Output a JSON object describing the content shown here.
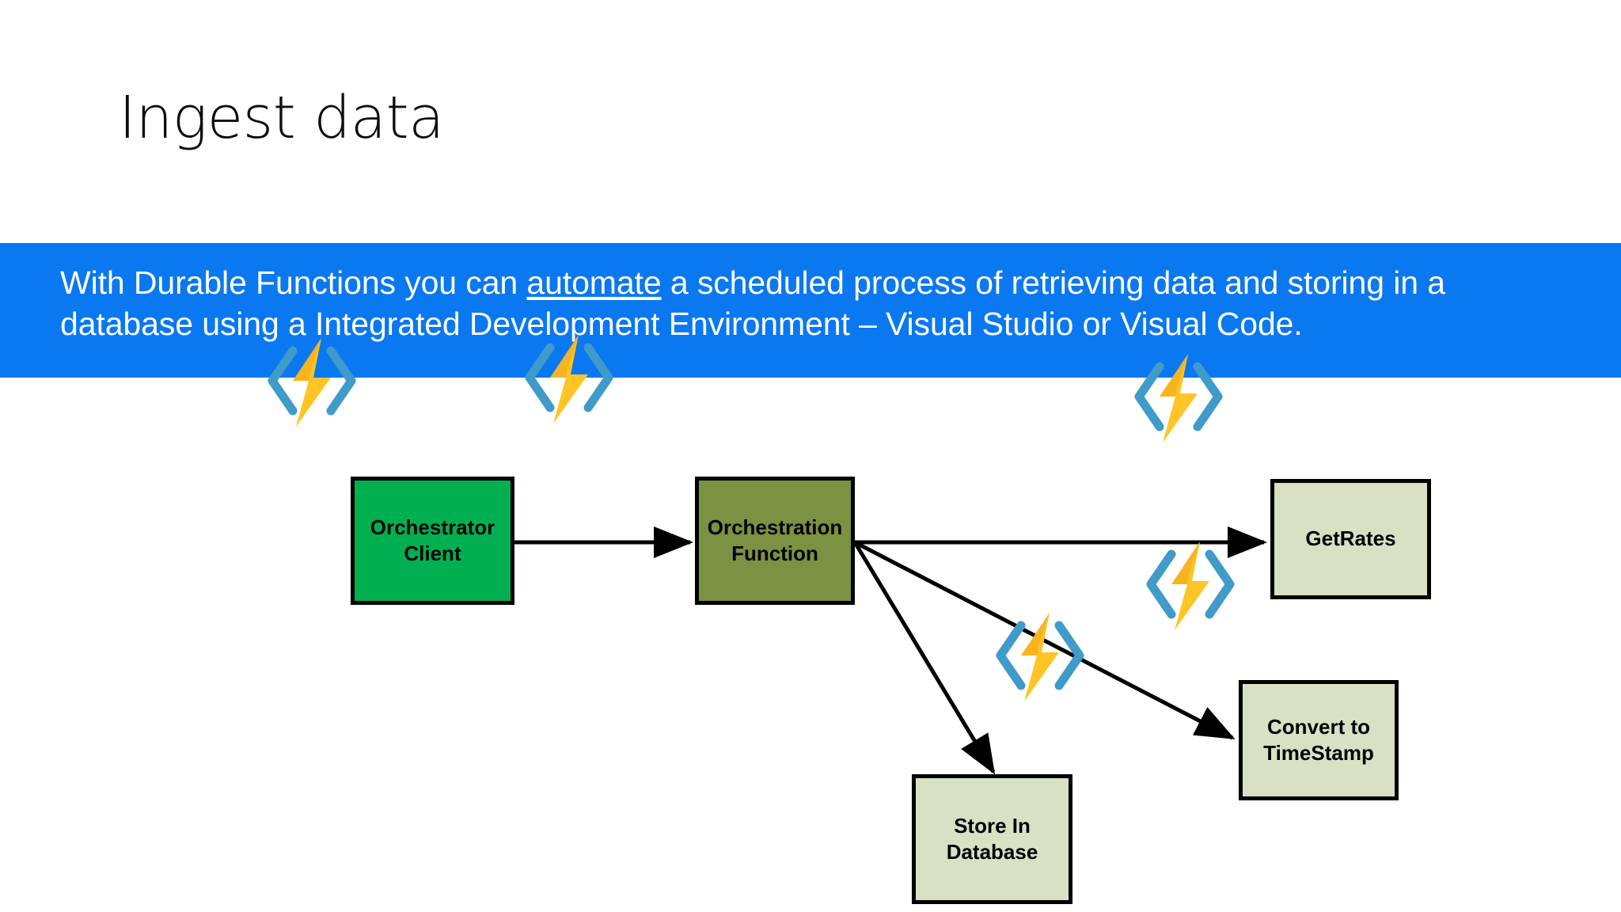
{
  "slide": {
    "title": "Ingest data",
    "background_color": "#ffffff"
  },
  "banner": {
    "background_color": "#0a78f0",
    "text_color": "#ffffff",
    "line1_before": "With Durable Functions you can ",
    "line1_underlined": "automate",
    "line1_after": " a scheduled process of retrieving data and storing in a",
    "line2": "database using a Integrated Development Environment – Visual Studio or Visual Code.",
    "full_text": "With Durable Functions you can automate a scheduled process of retrieving data and storing in a database using a Integrated Development Environment – Visual Studio or Visual Code."
  },
  "diagram": {
    "icon_name": "azure-functions-icon",
    "icon_colors": {
      "bracket": "#3f9bc9",
      "bolt": "#ffc425",
      "bolt_shade": "#f0a81e"
    },
    "nodes": [
      {
        "id": "orchestrator-client",
        "label": "Orchestrator\nClient",
        "fill": "#00b050",
        "stroke": "#000000"
      },
      {
        "id": "orchestration-function",
        "label": "Orchestration\nFunction",
        "fill": "#7d9143",
        "stroke": "#000000"
      },
      {
        "id": "get-rates",
        "label": "GetRates",
        "fill": "#d9e1c4",
        "stroke": "#000000"
      },
      {
        "id": "convert-to-timestamp",
        "label": "Convert to\nTimeStamp",
        "fill": "#d9e1c4",
        "stroke": "#000000"
      },
      {
        "id": "store-in-database",
        "label": "Store In\nDatabase",
        "fill": "#d9e1c4",
        "stroke": "#000000"
      }
    ],
    "edges": [
      {
        "from": "orchestrator-client",
        "to": "orchestration-function"
      },
      {
        "from": "orchestration-function",
        "to": "get-rates"
      },
      {
        "from": "orchestration-function",
        "to": "store-in-database"
      },
      {
        "from": "orchestration-function",
        "to": "convert-to-timestamp"
      }
    ]
  }
}
